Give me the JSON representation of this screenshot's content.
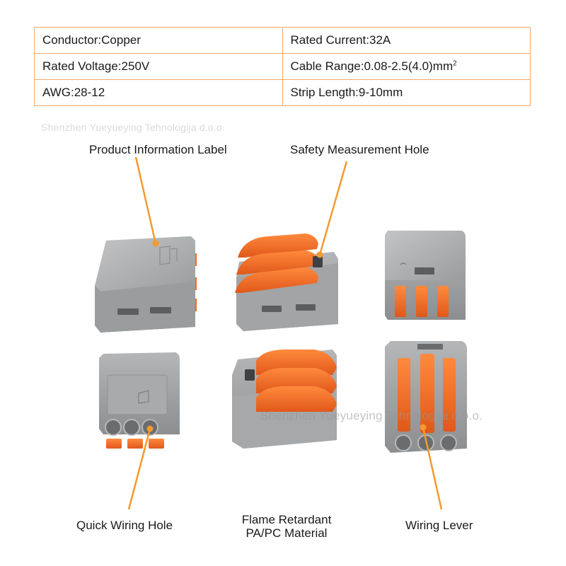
{
  "spec_table": {
    "rows": [
      [
        "Conductor:Copper",
        "Rated Current:32A"
      ],
      [
        "Rated Voltage:250V",
        "Cable Range:0.08-2.5(4.0)mm"
      ],
      [
        "AWG:28-12",
        "Strip Length:9-10mm"
      ]
    ],
    "superscript": "2"
  },
  "watermark_text": "Shenzhen Yueyueying Tehnologija d.o.o.",
  "callouts": {
    "product_info_label": "Product Information Label",
    "safety_hole": "Safety Measurement Hole",
    "quick_wiring_hole": "Quick Wiring Hole",
    "flame_retardant_line1": "Flame Retardant",
    "flame_retardant_line2": "PA/PC Material",
    "wiring_lever": "Wiring Lever"
  },
  "colors": {
    "housing": "#9ea0a2",
    "lever": "#f26b21",
    "leader_line": "#f29a2e",
    "table_border": "#f2a86a"
  }
}
